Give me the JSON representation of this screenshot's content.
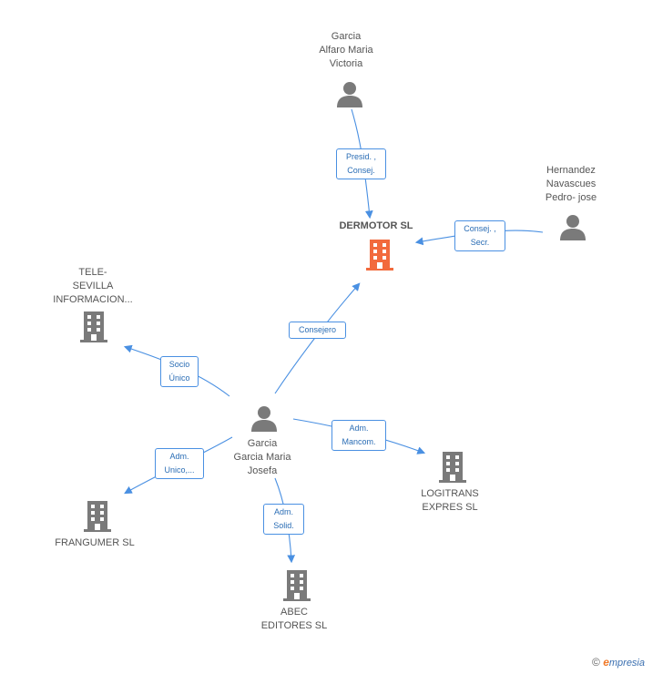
{
  "nodes": {
    "center": {
      "label": "DERMOTOR SL"
    },
    "person_top": {
      "label": "Garcia\nAlfaro Maria\nVictoria"
    },
    "person_right": {
      "label": "Hernandez\nNavascues\nPedro- jose"
    },
    "company_tele": {
      "label": "TELE-\nSEVILLA\nINFORMACION..."
    },
    "person_mid": {
      "label": "Garcia\nGarcia Maria\nJosefa"
    },
    "company_logitrans": {
      "label": "LOGITRANS\nEXPRES SL"
    },
    "company_frangumer": {
      "label": "FRANGUMER SL"
    },
    "company_abec": {
      "label": "ABEC\nEDITORES  SL"
    }
  },
  "edges": {
    "presid": {
      "label": "Presid. ,\nConsej."
    },
    "consej_secr": {
      "label": "Consej. ,\nSecr."
    },
    "consejero": {
      "label": "Consejero"
    },
    "socio": {
      "label": "Socio\nÚnico"
    },
    "adm_mancom": {
      "label": "Adm.\nMancom."
    },
    "adm_unico": {
      "label": "Adm.\nUnico,..."
    },
    "adm_solid": {
      "label": "Adm.\nSolid."
    }
  },
  "colors": {
    "focus_company": "#f26a3d",
    "company": "#7a7a7a",
    "person": "#7a7a7a",
    "edge": "#4a90e2"
  },
  "footer": {
    "copyright": "©",
    "brand_initial": "e",
    "brand_rest": "mpresia"
  }
}
